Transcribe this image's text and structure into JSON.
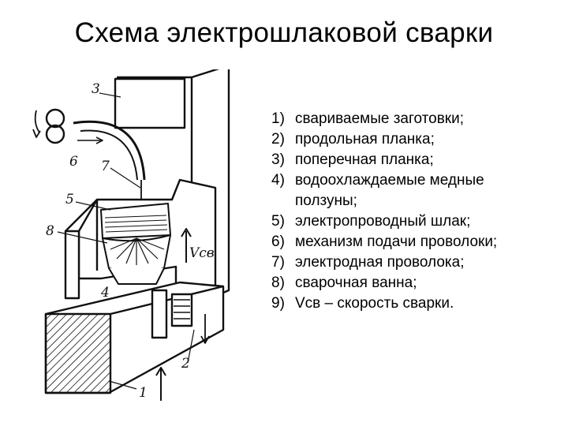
{
  "title": "Схема электрошлаковой сварки",
  "legend": [
    {
      "num": "1)",
      "text": "свариваемые заготовки;"
    },
    {
      "num": "2)",
      "text": "продольная планка;"
    },
    {
      "num": "3)",
      "text": "поперечная планка;"
    },
    {
      "num": "4)",
      "text": "водоохлаждаемые медные",
      "cont": "ползуны;"
    },
    {
      "num": "5)",
      "text": "электропроводный шлак;"
    },
    {
      "num": "6)",
      "text": "механизм подачи проволоки;"
    },
    {
      "num": "7)",
      "text": "электродная проволока;"
    },
    {
      "num": "8)",
      "text": "сварочная ванна;"
    },
    {
      "num": "9)",
      "text": "Vсв – скорость сварки."
    }
  ],
  "diagram_labels": {
    "l1": "1",
    "l2": "2",
    "l3": "3",
    "l4": "4",
    "l5": "5",
    "l6": "6",
    "l7": "7",
    "l8": "8",
    "vcb": "Vсв"
  }
}
